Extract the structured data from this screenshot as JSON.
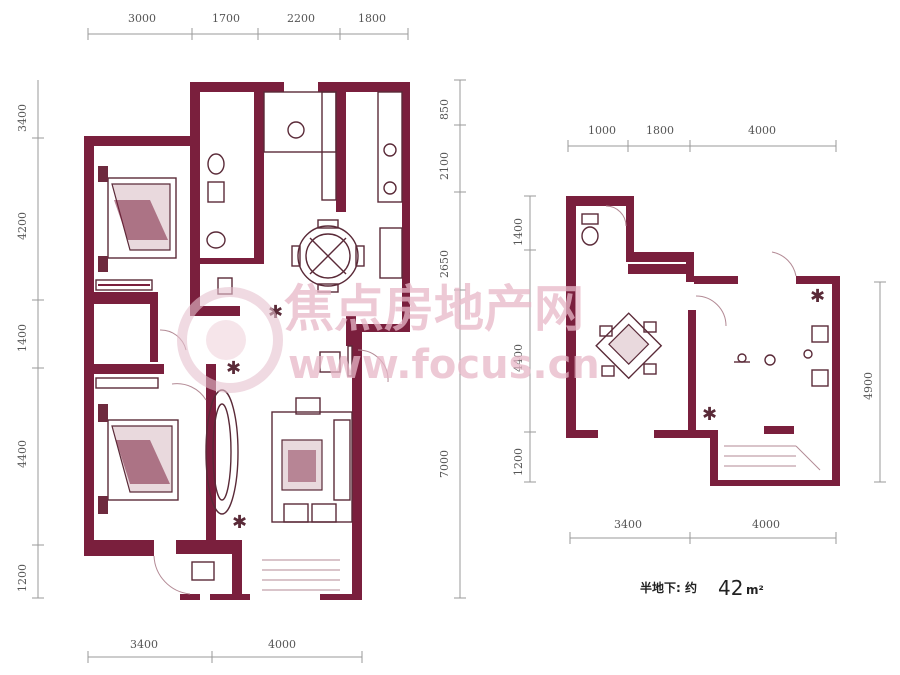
{
  "main_plan": {
    "dims_top": [
      "3000",
      "1700",
      "2200",
      "1800"
    ],
    "dims_bottom": [
      "3400",
      "4000"
    ],
    "dims_left": [
      "3400",
      "4200",
      "1400",
      "4400",
      "1200"
    ],
    "dims_right": [
      "850",
      "2100",
      "2650",
      "7000"
    ]
  },
  "basement_plan": {
    "dims_top": [
      "1000",
      "1800",
      "4000"
    ],
    "dims_bottom": [
      "3400",
      "4000"
    ],
    "dims_left": [
      "1400",
      "4400",
      "1200"
    ],
    "dims_right": [
      "4900"
    ],
    "caption_label": "半地下: 约",
    "caption_value": "42",
    "caption_unit": "m²"
  },
  "watermark": {
    "cn": "焦点房地产网",
    "url": "www.focus.cn"
  },
  "colors": {
    "wall": "#7a1f3d",
    "furniture": "#5a2a38",
    "watermark": "#e8b8c8"
  }
}
